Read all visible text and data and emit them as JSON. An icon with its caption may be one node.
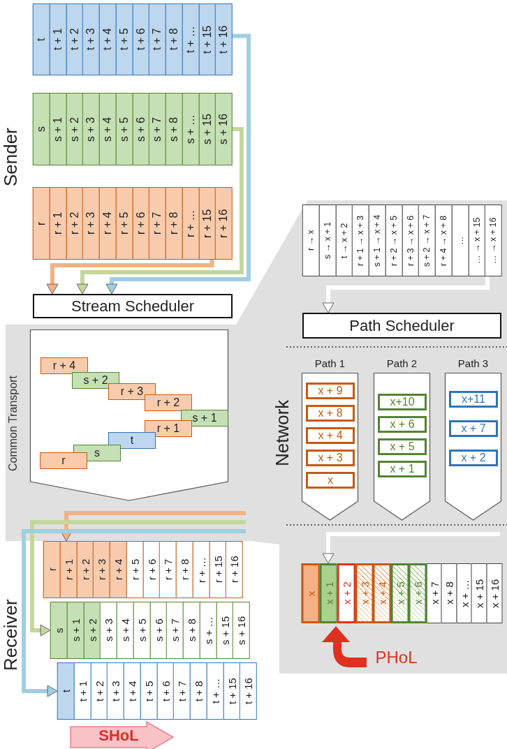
{
  "diagram": {
    "nodes": [
      {
        "text": [
          "t",
          "t + 1",
          "t + 2",
          "t + 3",
          "t + 4",
          "t + 5",
          "t + 6",
          "t + 7",
          "t + 8",
          "t + …",
          "t + 15",
          "t + 16"
        ]
      },
      {
        "text": [
          "s",
          "s + 1",
          "s + 2",
          "s + 3",
          "s + 4",
          "s + 5",
          "s + 6",
          "s + 7",
          "s + 8",
          "s + …",
          "s + 15",
          "s + 16"
        ]
      },
      {
        "text": [
          "r",
          "r + 1",
          "r + 2",
          "r + 3",
          "r + 4",
          "r + 5",
          "r + 6",
          "r + 7",
          "r + 8",
          "r + …",
          "r + 15",
          "r + 16"
        ]
      },
      {
        "text": [
          "r → x",
          "s → x + 1",
          "t → x + 2",
          "r + 1 → x + 3",
          "s + 1 → x + 4",
          "r + 2 → x + 5",
          "r + 3 → x + 6",
          "s + 2 → x + 7",
          "r + 4 → x + 8",
          "…",
          "… → x + 15",
          "… → x + 16"
        ]
      },
      {
        "text": [
          "Stream Scheduler"
        ]
      },
      {
        "text": [
          "Path Scheduler"
        ]
      },
      {
        "text": [
          "Common Transport"
        ]
      },
      {
        "text": [
          "r + 4"
        ],
        "in": 6
      },
      {
        "text": [
          "s + 2"
        ],
        "in": 6
      },
      {
        "text": [
          "r + 3"
        ],
        "in": 6
      },
      {
        "text": [
          "r + 2"
        ],
        "in": 6
      },
      {
        "text": [
          "s + 1"
        ],
        "in": 6
      },
      {
        "text": [
          "r + 1"
        ],
        "in": 6
      },
      {
        "text": [
          "t"
        ],
        "in": 6
      },
      {
        "text": [
          "s"
        ],
        "in": 6
      },
      {
        "text": [
          "r"
        ],
        "in": 6
      },
      {
        "text": [
          "Path 1"
        ]
      },
      {
        "text": [
          "x + 9"
        ],
        "in": 16
      },
      {
        "text": [
          "x + 8"
        ],
        "in": 16
      },
      {
        "text": [
          "x + 4"
        ],
        "in": 16
      },
      {
        "text": [
          "x + 3"
        ],
        "in": 16
      },
      {
        "text": [
          "x"
        ],
        "in": 16
      },
      {
        "text": [
          "Path 2"
        ]
      },
      {
        "text": [
          "x+10"
        ],
        "in": 22
      },
      {
        "text": [
          "x + 6"
        ],
        "in": 22
      },
      {
        "text": [
          "x + 5"
        ],
        "in": 22
      },
      {
        "text": [
          "x + 1"
        ],
        "in": 22
      },
      {
        "text": [
          "Path 3"
        ]
      },
      {
        "text": [
          "x+11"
        ],
        "in": 27
      },
      {
        "text": [
          "x + 7"
        ],
        "in": 27
      },
      {
        "text": [
          "x + 2"
        ],
        "in": 27
      },
      {
        "text": [
          "x",
          "x + 1",
          "x + 2",
          "x + 3",
          "x + 4",
          "x + 5",
          "x + 6",
          "x + 7",
          "x + 8",
          "x + …",
          "x + 15",
          "x + 16"
        ]
      },
      {
        "text": [
          "r",
          "r + 1",
          "r + 2",
          "r + 3",
          "r + 4",
          "r + 5",
          "r + 6",
          "r + 7",
          "r + 8",
          "r + …",
          "r + 15",
          "r + 16"
        ]
      },
      {
        "text": [
          "s",
          "s + 1",
          "s + 2",
          "s + 3",
          "s + 4",
          "s + 5",
          "s + 6",
          "s + 7",
          "s + 8",
          "s + …",
          "s + 15",
          "s + 16"
        ]
      },
      {
        "text": [
          "t",
          "t + 1",
          "t + 2",
          "t + 3",
          "t + 4",
          "t + 5",
          "t + 6",
          "t + 7",
          "t + 8",
          "t + …",
          "t + 15",
          "t + 16"
        ]
      }
    ],
    "edges": [
      {
        "from": 0,
        "to": 4,
        "arrow": "to",
        "color": "#9fcfe0"
      },
      {
        "from": 1,
        "to": 4,
        "arrow": "to",
        "color": "#c4d79b"
      },
      {
        "from": 2,
        "to": 4,
        "arrow": "to",
        "color": "#f4b183"
      },
      {
        "from": 3,
        "to": 5,
        "arrow": "to",
        "color": "#ffffff"
      },
      {
        "from": null,
        "to": 32,
        "arrow": "to",
        "color": "#f4b183"
      },
      {
        "from": null,
        "to": 33,
        "arrow": "to",
        "color": "#c4d79b"
      },
      {
        "from": null,
        "to": 34,
        "arrow": "to",
        "color": "#9fcfe0"
      },
      {
        "from": null,
        "to": 31,
        "arrow": "to",
        "color": "#ffffff"
      }
    ],
    "labels": [
      "Sender",
      "Network",
      "Receiver",
      "SHoL",
      "PHoL"
    ]
  }
}
